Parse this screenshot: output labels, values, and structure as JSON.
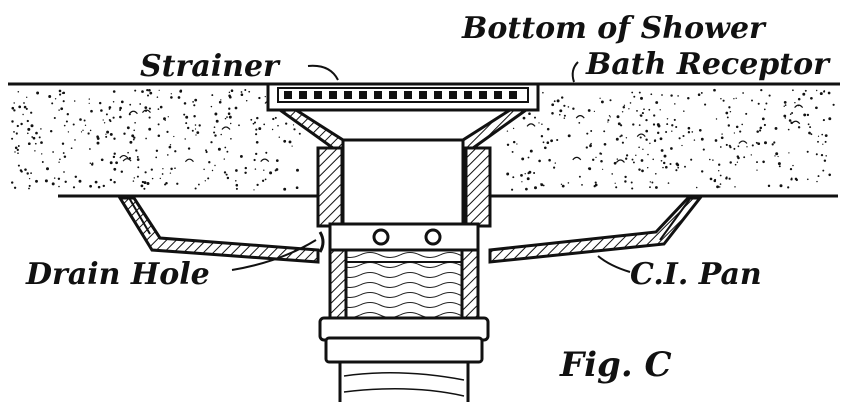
{
  "labels": {
    "strainer": "Strainer",
    "receptor_line1": "Bottom of Shower",
    "receptor_line2": "Bath Receptor",
    "drain_hole": "Drain Hole",
    "pan": "C.I. Pan",
    "figure": "Fig. C"
  },
  "colors": {
    "ink": "#111111",
    "paper": "#ffffff"
  }
}
